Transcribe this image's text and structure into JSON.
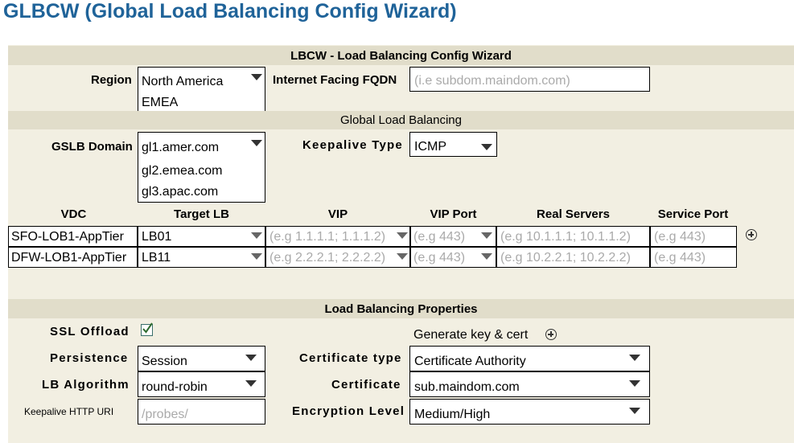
{
  "page_title": "GLBCW (Global Load Balancing Config Wizard)",
  "wizard_header": "LBCW - Load Balancing Config Wizard",
  "region": {
    "label": "Region",
    "options": [
      "North America",
      "EMEA"
    ]
  },
  "fqdn": {
    "label": "Internet Facing FQDN",
    "placeholder": "(i.e subdom.maindom.com)"
  },
  "glb_header": "Global Load Balancing",
  "gslb_domain": {
    "label": "GSLB Domain",
    "options": [
      "gl1.amer.com",
      "gl2.emea.com",
      "gl3.apac.com"
    ]
  },
  "keepalive_type": {
    "label": "Keepalive Type",
    "value": "ICMP"
  },
  "columns": [
    "VDC",
    "Target LB",
    "VIP",
    "VIP Port",
    "Real Servers",
    "Service Port"
  ],
  "rows": [
    {
      "vdc": "SFO-LOB1-AppTier",
      "target_lb": "LB01",
      "vip": "(e.g 1.1.1.1; 1.1.1.2)",
      "vip_port": "(e.g 443)",
      "real_servers": "(e.g 10.1.1.1; 10.1.1.2)",
      "service_port": "(e.g 443)"
    },
    {
      "vdc": "DFW-LOB1-AppTier",
      "target_lb": "LB11",
      "vip": "(e.g 2.2.2.1; 2.2.2.2)",
      "vip_port": "(e.g 443)",
      "real_servers": "(e.g 10.2.2.1; 10.2.2.2)",
      "service_port": "(e.g 443)"
    }
  ],
  "lbp_header": "Load Balancing Properties",
  "ssl_offload": {
    "label": "SSL Offload",
    "checked": true
  },
  "generate_key": "Generate key & cert",
  "persistence": {
    "label": "Persistence",
    "value": "Session"
  },
  "certificate_type": {
    "label": "Certificate type",
    "value": "Certificate Authority"
  },
  "lb_algorithm": {
    "label": "LB Algorithm",
    "value": "round-robin"
  },
  "certificate": {
    "label": "Certificate",
    "value": "sub.maindom.com"
  },
  "keepalive_uri": {
    "label": "Keepalive HTTP URI",
    "placeholder": "/probes/"
  },
  "encryption_level": {
    "label": "Encryption Level",
    "value": "Medium/High"
  },
  "colors": {
    "title": "#1f6399",
    "panel": "#f2efe2",
    "header_bar": "#e1ddca"
  },
  "icons": [
    "dropdown-arrow-icon",
    "add-row-icon",
    "add-icon",
    "checkbox-checked-icon"
  ]
}
